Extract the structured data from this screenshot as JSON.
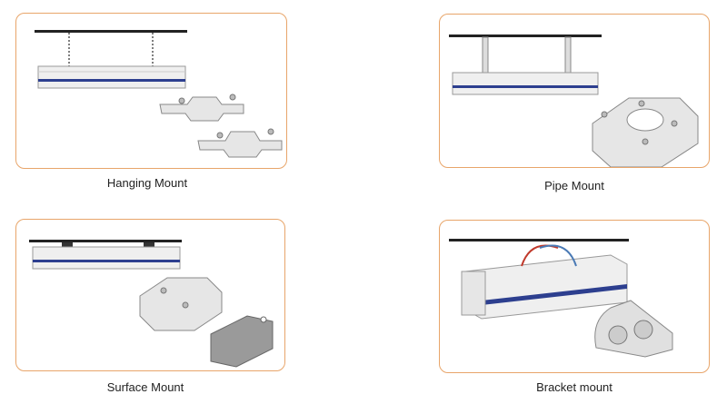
{
  "mounts": [
    {
      "caption": "Hanging Mount"
    },
    {
      "caption": "Pipe Mount"
    },
    {
      "caption": "Surface Mount"
    },
    {
      "caption": "Bracket mount"
    }
  ],
  "colors": {
    "frame": "#e8a56a",
    "stripe": "#2d3f8f",
    "metal": "#d9d9d9",
    "ceiling": "#222222"
  }
}
